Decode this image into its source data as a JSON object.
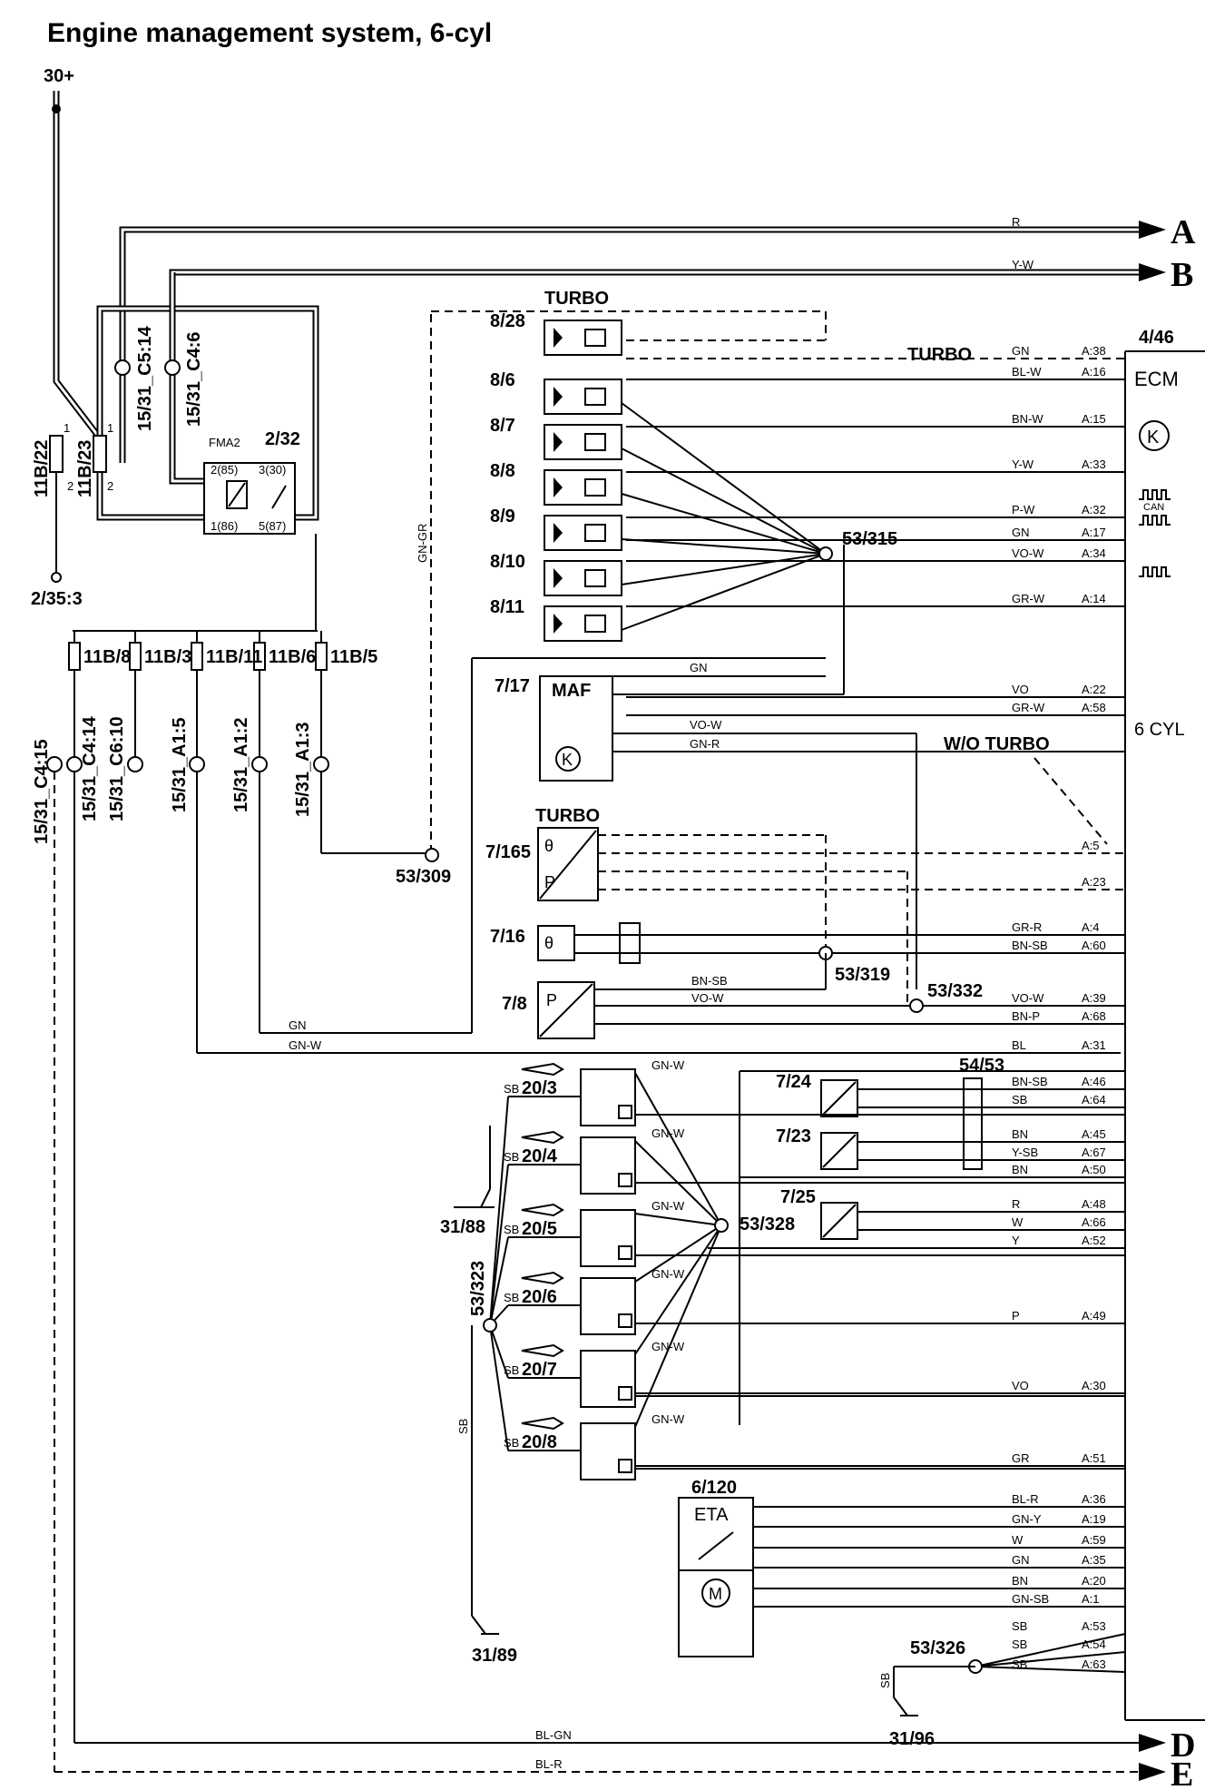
{
  "title": "Engine management system, 6-cyl",
  "power": {
    "supply": "30+",
    "ground_ref": "2/35:3",
    "fuse_a": "11B/22",
    "fuse_b": "11B/23",
    "pin1": "1",
    "pin2": "2"
  },
  "connectors_top": [
    "15/31_C5:14",
    "15/31_C4:6"
  ],
  "relay": {
    "id": "2/32",
    "name": "FMA2",
    "pins": [
      "2(85)",
      "3(30)",
      "1(86)",
      "5(87)"
    ]
  },
  "fuses": [
    {
      "id": "11B/8",
      "conn": "15/31_C4:14"
    },
    {
      "id": "11B/3",
      "conn": "15/31_C6:10"
    },
    {
      "id": "11B/11",
      "conn": "15/31_A1:5"
    },
    {
      "id": "11B/6",
      "conn": "15/31_A1:2"
    },
    {
      "id": "11B/5",
      "conn": "15/31_A1:3"
    }
  ],
  "extra_conn": "15/31_C4:15",
  "outputs": [
    {
      "letter": "A",
      "wire": "R"
    },
    {
      "letter": "B",
      "wire": "Y-W"
    },
    {
      "letter": "D",
      "wire": "BL-GN"
    },
    {
      "letter": "E",
      "wire": "BL-R"
    }
  ],
  "ecm": {
    "id": "4/46",
    "name": "ECM",
    "can": "CAN",
    "cyl": "6 CYL"
  },
  "turbo_label": "TURBO",
  "wo_turbo": "W/O TURBO",
  "splices": [
    "53/315",
    "53/309",
    "53/319",
    "53/332",
    "53/328",
    "53/323",
    "53/326",
    "54/53"
  ],
  "grounds": [
    "31/88",
    "31/89",
    "31/96"
  ],
  "valves": [
    "8/28",
    "8/6",
    "8/7",
    "8/8",
    "8/9",
    "8/10",
    "8/11"
  ],
  "ecm_pins": [
    {
      "wire": "GN",
      "pin": "A:38"
    },
    {
      "wire": "BL-W",
      "pin": "A:16"
    },
    {
      "wire": "BN-W",
      "pin": "A:15"
    },
    {
      "wire": "Y-W",
      "pin": "A:33"
    },
    {
      "wire": "P-W",
      "pin": "A:32"
    },
    {
      "wire": "GN",
      "pin": "A:17"
    },
    {
      "wire": "VO-W",
      "pin": "A:34"
    },
    {
      "wire": "GR-W",
      "pin": "A:14"
    },
    {
      "wire": "VO",
      "pin": "A:22"
    },
    {
      "wire": "GR-W",
      "pin": "A:58"
    },
    {
      "wire": "",
      "pin": "A:5"
    },
    {
      "wire": "",
      "pin": "A:23"
    },
    {
      "wire": "GR-R",
      "pin": "A:4"
    },
    {
      "wire": "BN-SB",
      "pin": "A:60"
    },
    {
      "wire": "VO-W",
      "pin": "A:39"
    },
    {
      "wire": "BN-P",
      "pin": "A:68"
    },
    {
      "wire": "BL",
      "pin": "A:31"
    },
    {
      "wire": "BN-SB",
      "pin": "A:46"
    },
    {
      "wire": "SB",
      "pin": "A:64"
    },
    {
      "wire": "BN",
      "pin": "A:45"
    },
    {
      "wire": "Y-SB",
      "pin": "A:67"
    },
    {
      "wire": "BN",
      "pin": "A:50"
    },
    {
      "wire": "R",
      "pin": "A:48"
    },
    {
      "wire": "W",
      "pin": "A:66"
    },
    {
      "wire": "Y",
      "pin": "A:52"
    },
    {
      "wire": "P",
      "pin": "A:49"
    },
    {
      "wire": "VO",
      "pin": "A:30"
    },
    {
      "wire": "GR",
      "pin": "A:51"
    },
    {
      "wire": "BL-R",
      "pin": "A:36"
    },
    {
      "wire": "GN-Y",
      "pin": "A:19"
    },
    {
      "wire": "W",
      "pin": "A:59"
    },
    {
      "wire": "GN",
      "pin": "A:35"
    },
    {
      "wire": "BN",
      "pin": "A:20"
    },
    {
      "wire": "GN-SB",
      "pin": "A:1"
    },
    {
      "wire": "SB",
      "pin": "A:53"
    },
    {
      "wire": "SB",
      "pin": "A:54"
    },
    {
      "wire": "SB",
      "pin": "A:63"
    }
  ],
  "sensors": {
    "maf": "7/17",
    "maf_label": "MAF",
    "turbo_sensor": "7/165",
    "temp": "7/16",
    "pressure": "7/8",
    "knock1": "7/24",
    "knock2": "7/23",
    "cam": "7/25",
    "theta": "θ",
    "p": "P"
  },
  "coils": [
    "20/3",
    "20/4",
    "20/5",
    "20/6",
    "20/7",
    "20/8"
  ],
  "eta": {
    "id": "6/120",
    "name": "ETA",
    "motor": "M"
  },
  "wire_labels": {
    "gn": "GN",
    "gngr": "GN-GR",
    "gnw": "GN-W",
    "sb": "SB",
    "vow": "VO-W",
    "gnr": "GN-R",
    "bnsb": "BN-SB",
    "y": "Y"
  }
}
